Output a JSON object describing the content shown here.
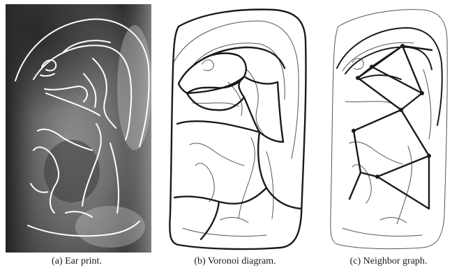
{
  "figure": {
    "panels": [
      {
        "id": "a",
        "caption": "(a) Ear print."
      },
      {
        "id": "b",
        "caption": "(b) Voronoi diagram."
      },
      {
        "id": "c",
        "caption": "(c) Neighbor graph."
      }
    ],
    "colors": {
      "photo_dark": "#1c1c1c",
      "photo_mid": "#6e6e6e",
      "photo_light": "#bdbdbd",
      "curve_light": "#ffffff",
      "voronoi_stroke": "#1a1a1a",
      "ear_thin_stroke": "#555555"
    }
  }
}
